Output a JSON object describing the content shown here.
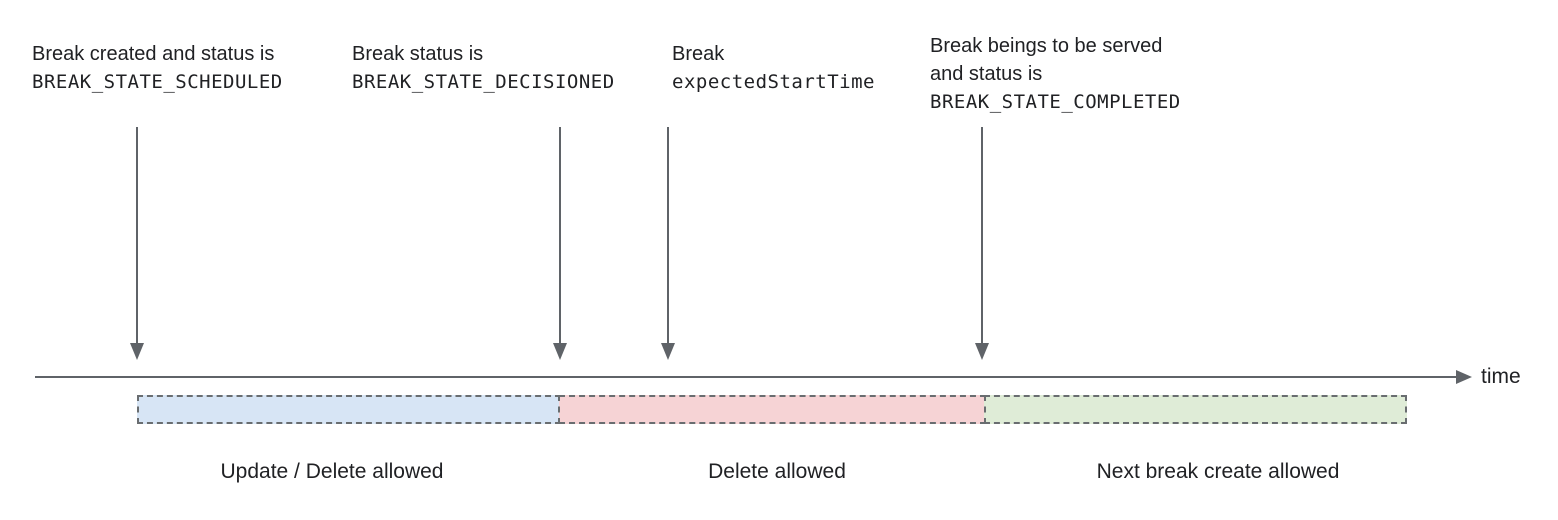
{
  "annotations": [
    {
      "lines": [
        {
          "text": "Break created and status is",
          "mono": false
        },
        {
          "text": "BREAK_STATE_SCHEDULED",
          "mono": true
        }
      ]
    },
    {
      "lines": [
        {
          "text": "Break status is",
          "mono": false
        },
        {
          "text": "BREAK_STATE_DECISIONED",
          "mono": true
        }
      ]
    },
    {
      "lines": [
        {
          "text": "Break",
          "mono": false
        },
        {
          "text": "expectedStartTime",
          "mono": true
        }
      ]
    },
    {
      "lines": [
        {
          "text": "Break beings to be served",
          "mono": false
        },
        {
          "text": "and status is",
          "mono": false
        },
        {
          "text": "BREAK_STATE_COMPLETED",
          "mono": true
        }
      ]
    }
  ],
  "timeline": {
    "axis_label": "time"
  },
  "segments": [
    {
      "label": "Update / Delete allowed",
      "color": "#d7e5f5"
    },
    {
      "label": "Delete allowed",
      "color": "#f6d3d5"
    },
    {
      "label": "Next break create allowed",
      "color": "#dfecd7"
    }
  ]
}
